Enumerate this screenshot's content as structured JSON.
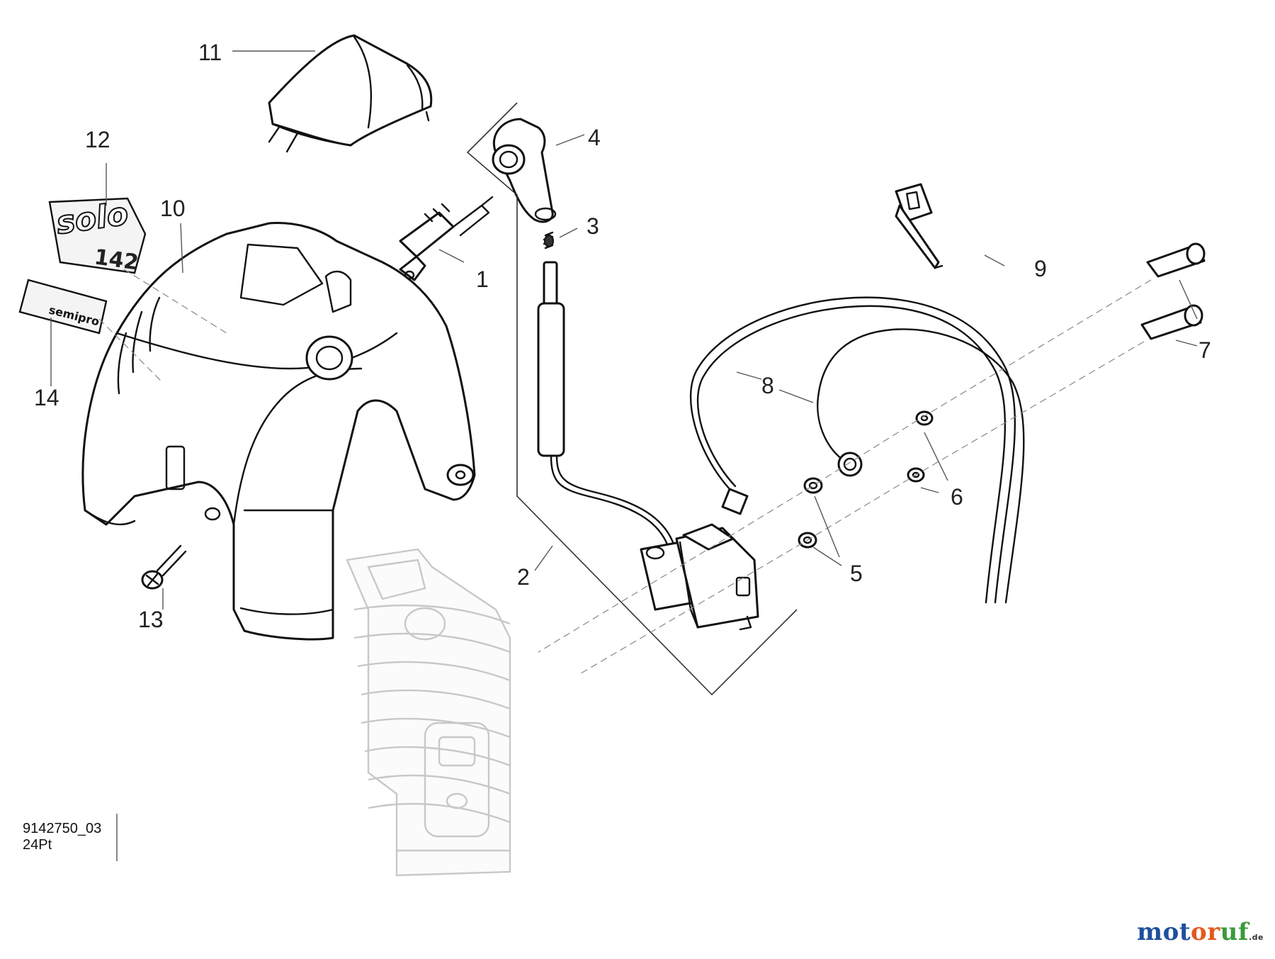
{
  "drawing": {
    "code": "9142750_03",
    "sub_code": "24Pt"
  },
  "callouts": [
    {
      "id": "1",
      "text": "1"
    },
    {
      "id": "2",
      "text": "2"
    },
    {
      "id": "3",
      "text": "3"
    },
    {
      "id": "4",
      "text": "4"
    },
    {
      "id": "5",
      "text": "5"
    },
    {
      "id": "6",
      "text": "6"
    },
    {
      "id": "7",
      "text": "7"
    },
    {
      "id": "8",
      "text": "8"
    },
    {
      "id": "9",
      "text": "9"
    },
    {
      "id": "10",
      "text": "10"
    },
    {
      "id": "11",
      "text": "11"
    },
    {
      "id": "12",
      "text": "12"
    },
    {
      "id": "13",
      "text": "13"
    },
    {
      "id": "14",
      "text": "14"
    }
  ],
  "decals": {
    "brand_decal": "solo",
    "model_decal": "142",
    "series_decal": "semipro"
  },
  "watermark": {
    "part1": "mot",
    "part2": "or",
    "part3": "uf",
    "suffix": ".de"
  },
  "colors": {
    "line": "#111111",
    "ghost": "#c8c8c8",
    "watermark_blue": "#1f4f9c",
    "watermark_orange": "#e35a1c",
    "watermark_green": "#3a9a3a"
  }
}
